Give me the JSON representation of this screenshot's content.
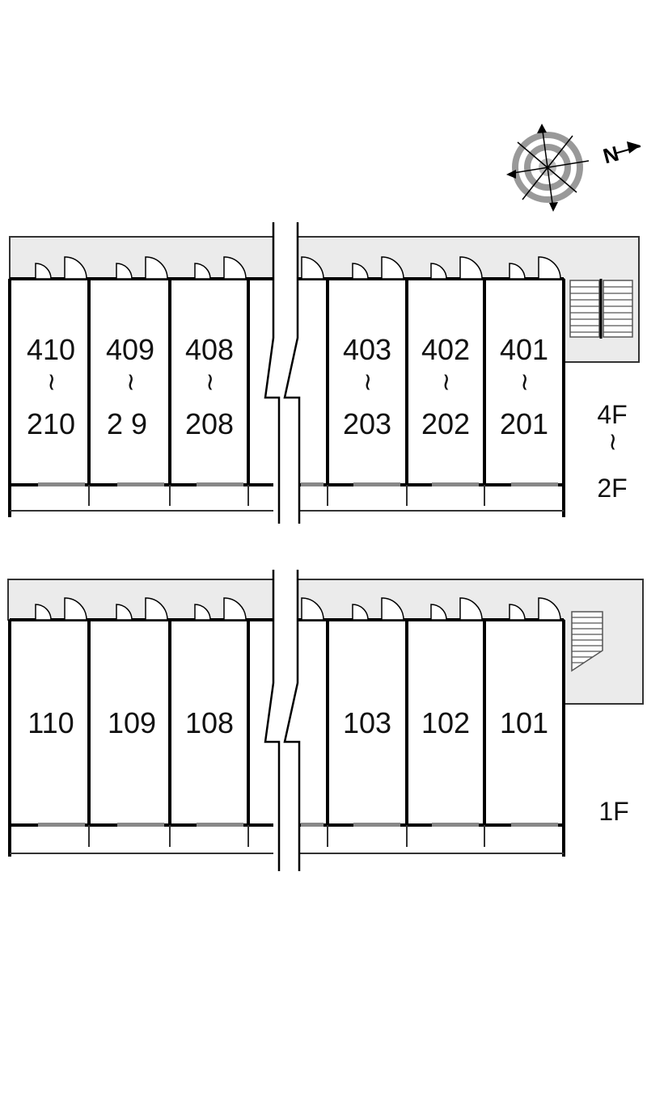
{
  "compass": {
    "icon": "compass-rose-icon",
    "north_label": "N"
  },
  "upper_block": {
    "floor_label_top": "4F",
    "floor_label_range": "~",
    "floor_label_bottom": "2F",
    "units": [
      {
        "top": "410",
        "range": "~",
        "bottom": "210"
      },
      {
        "top": "409",
        "range": "~",
        "bottom": "2 9"
      },
      {
        "top": "408",
        "range": "~",
        "bottom": "208"
      },
      {
        "top": "403",
        "range": "~",
        "bottom": "203"
      },
      {
        "top": "402",
        "range": "~",
        "bottom": "202"
      },
      {
        "top": "401",
        "range": "~",
        "bottom": "201"
      }
    ]
  },
  "lower_block": {
    "floor_label": "1F",
    "units": [
      {
        "top": "110"
      },
      {
        "top": "109"
      },
      {
        "top": "108"
      },
      {
        "top": "103"
      },
      {
        "top": "102"
      },
      {
        "top": "101"
      }
    ]
  },
  "colors": {
    "corridor": "#ebebeb",
    "wall": "#000000",
    "line": "#333333"
  }
}
